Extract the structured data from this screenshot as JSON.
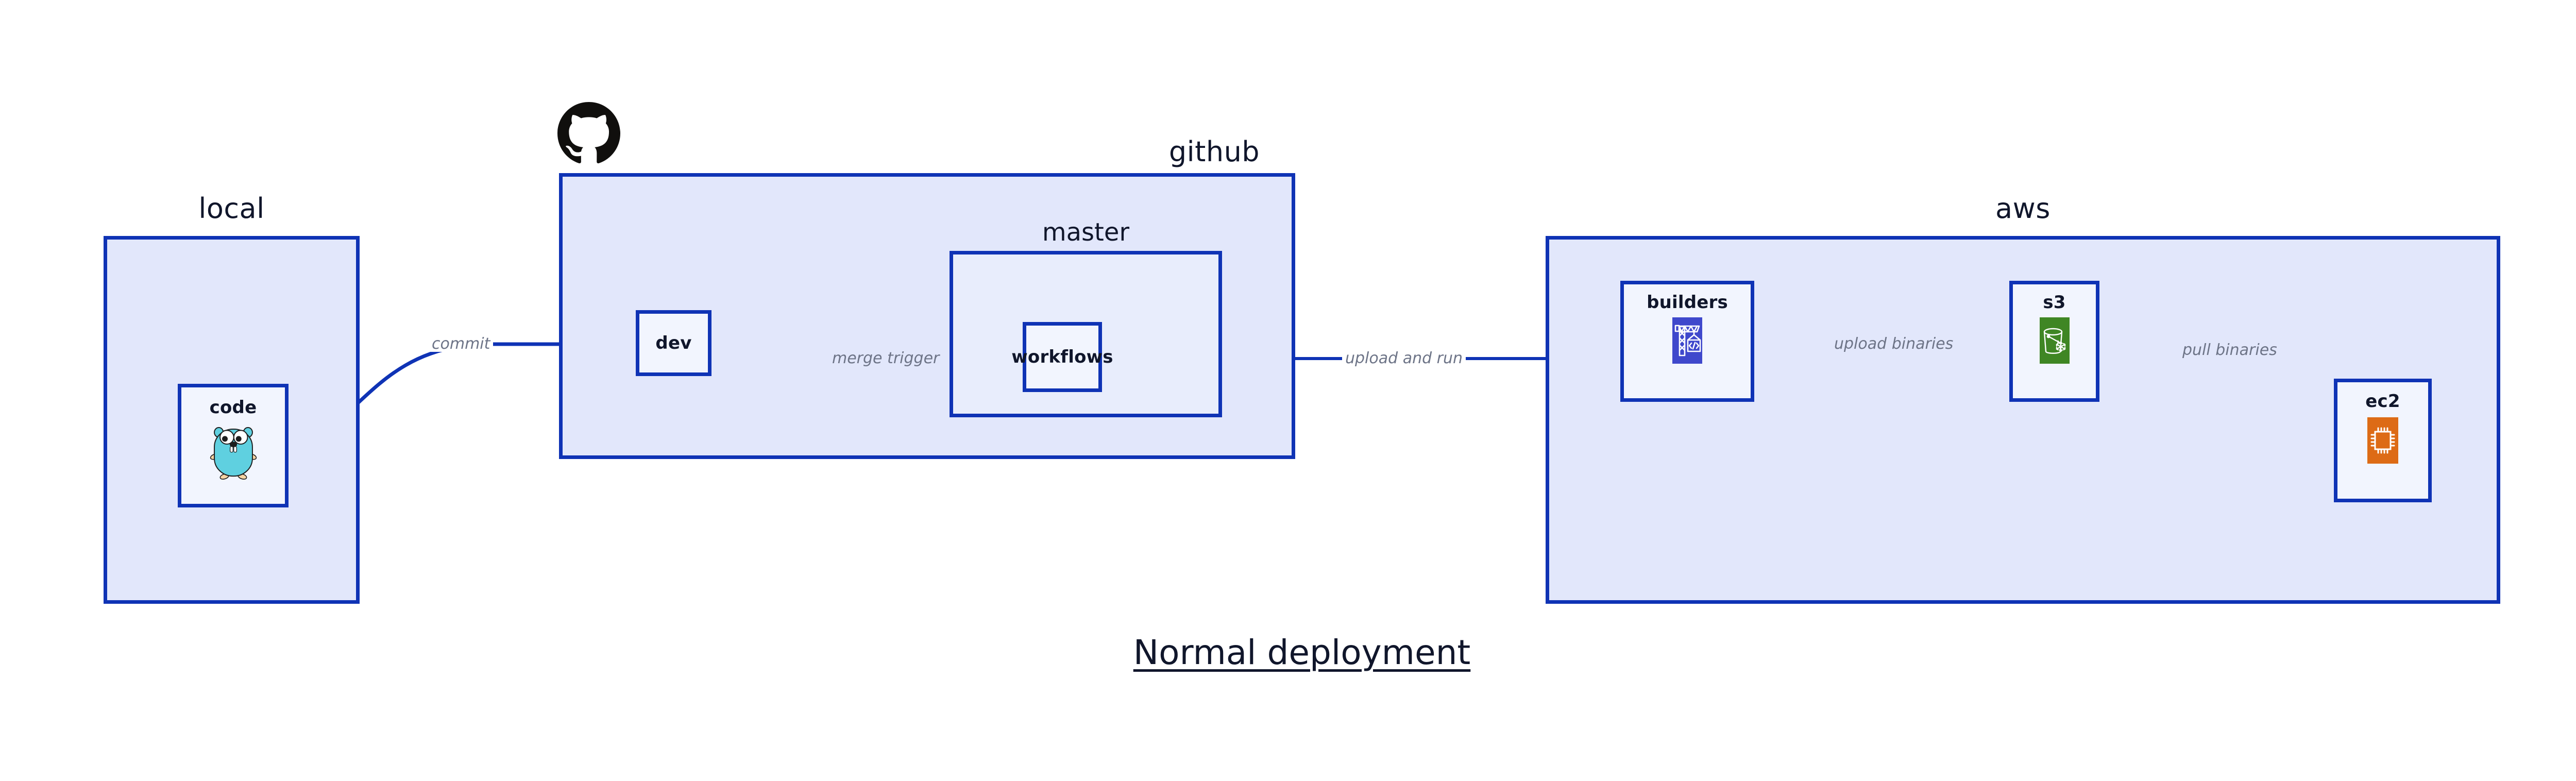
{
  "title": "Normal deployment",
  "groups": [
    {
      "id": "local",
      "label": "local"
    },
    {
      "id": "github",
      "label": "github"
    },
    {
      "id": "aws",
      "label": "aws"
    }
  ],
  "subgroups": [
    {
      "id": "master",
      "label": "master",
      "parent": "github"
    }
  ],
  "nodes": [
    {
      "id": "code",
      "label": "code",
      "parent": "local",
      "icon": "go-gopher-icon"
    },
    {
      "id": "dev",
      "label": "dev",
      "parent": "github",
      "icon": "none"
    },
    {
      "id": "workflows",
      "label": "workflows",
      "parent": "master",
      "icon": "none"
    },
    {
      "id": "builders",
      "label": "builders",
      "parent": "aws",
      "icon": "aws-codebuild-crane-icon"
    },
    {
      "id": "s3",
      "label": "s3",
      "parent": "aws",
      "icon": "aws-s3-bucket-icon"
    },
    {
      "id": "ec2",
      "label": "ec2",
      "parent": "aws",
      "icon": "aws-ec2-chip-icon"
    }
  ],
  "edges": [
    {
      "id": "commit",
      "from": "code",
      "to": "dev",
      "label": "commit"
    },
    {
      "id": "merge-trigger",
      "from": "dev",
      "to": "workflows",
      "label": "merge trigger"
    },
    {
      "id": "upload-and-run",
      "from": "workflows",
      "to": "builders",
      "label": "upload and run"
    },
    {
      "id": "upload-binaries",
      "from": "builders",
      "to": "s3",
      "label": "upload binaries"
    },
    {
      "id": "pull-binaries",
      "from": "s3",
      "to": "ec2",
      "label": "pull binaries"
    }
  ],
  "icons": {
    "github_mark": "github-octocat-icon"
  },
  "colors": {
    "edge": "#0f33b5",
    "border": "#0f33b5",
    "group_fill": "#e2e7fb",
    "subgroup_fill": "#e8edfc",
    "node_fill": "#f2f5fe",
    "label_text": "#10162b",
    "edge_label_text": "#6d7487",
    "gopher_body": "#5fd0e0",
    "codebuild": "#3f48cc",
    "s3": "#3f8624",
    "ec2": "#dd6b16",
    "background": "#ffffff"
  }
}
